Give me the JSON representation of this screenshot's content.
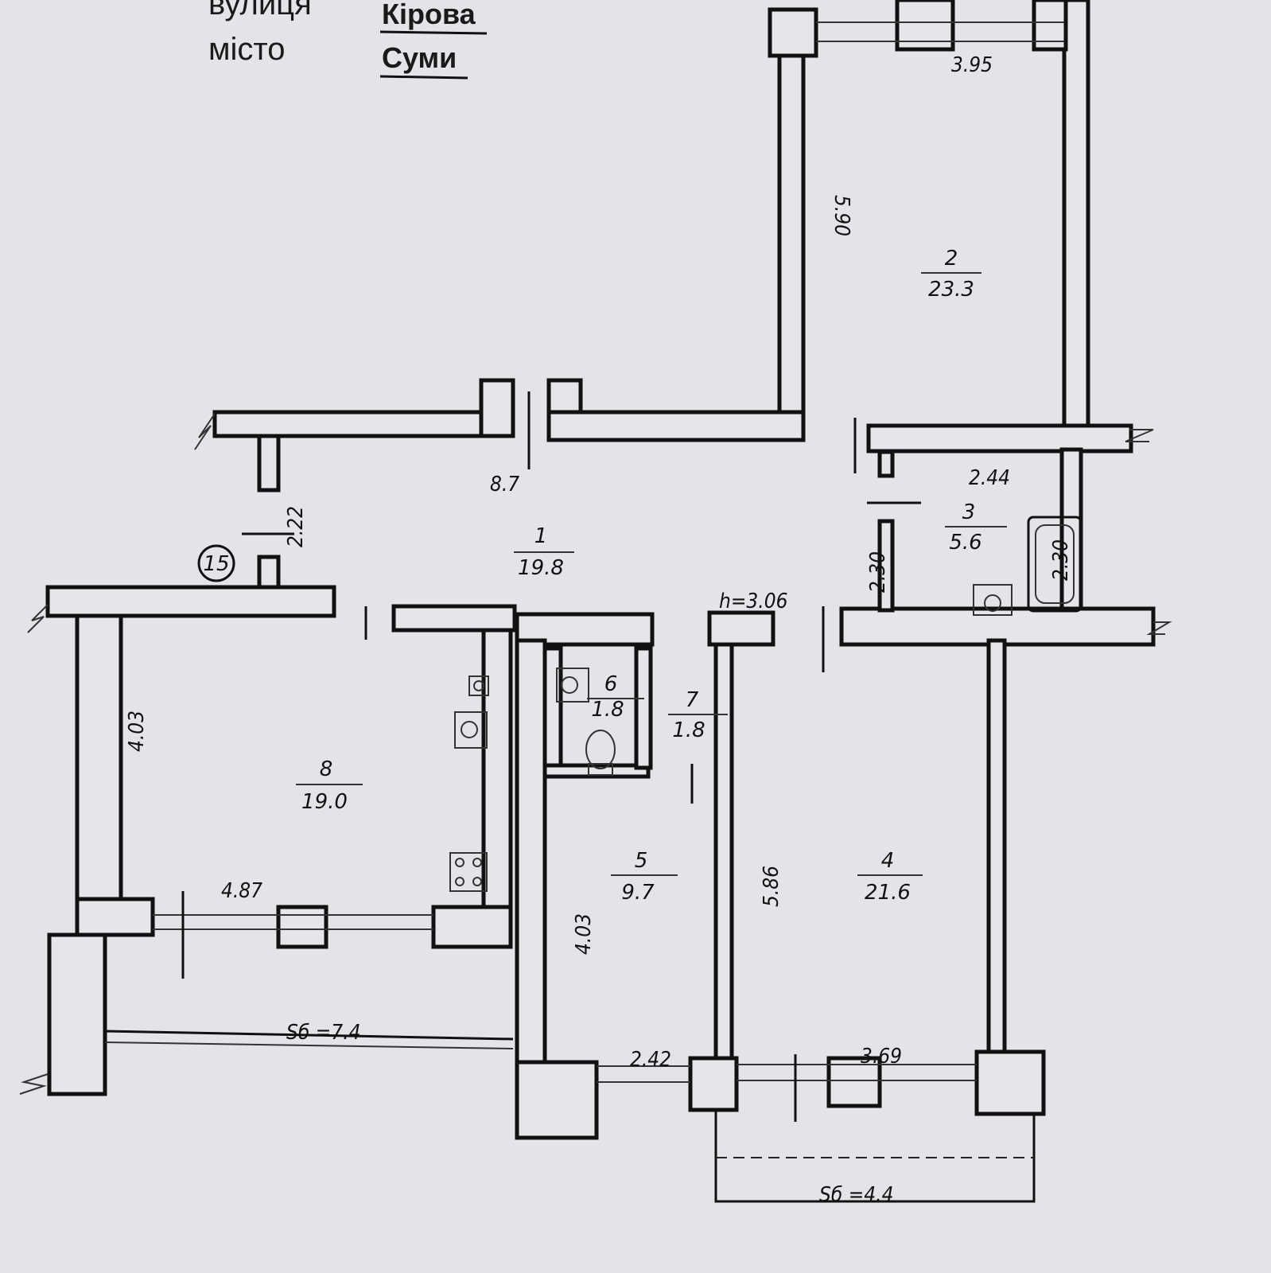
{
  "header": {
    "street_label": "вулиця",
    "street_value": "Кірова",
    "city_label": "місто",
    "city_value": "Суми"
  },
  "apartment_number": "15",
  "ceiling_height": "h=3.06",
  "rooms": [
    {
      "number": "1",
      "area": "19.8"
    },
    {
      "number": "2",
      "area": "23.3"
    },
    {
      "number": "3",
      "area": "5.6"
    },
    {
      "number": "4",
      "area": "21.6"
    },
    {
      "number": "5",
      "area": "9.7"
    },
    {
      "number": "6",
      "area": "1.8"
    },
    {
      "number": "7",
      "area": "1.8"
    },
    {
      "number": "8",
      "area": "19.0"
    }
  ],
  "dimensions": {
    "room2_width": "3.95",
    "room2_length": "5.90",
    "corridor_length": "8.7",
    "corridor_width": "2.22",
    "room3_width": "2.44",
    "room3_length": "2.30",
    "bath_length": "2.30",
    "room8_length": "4.03",
    "room8_width": "4.87",
    "room5_length": "4.03",
    "room5_width": "2.42",
    "room4_length": "5.86",
    "room4_width": "3.69"
  },
  "balconies": [
    {
      "label": "Sб =7.4"
    },
    {
      "label": "Sб =4.4"
    }
  ]
}
